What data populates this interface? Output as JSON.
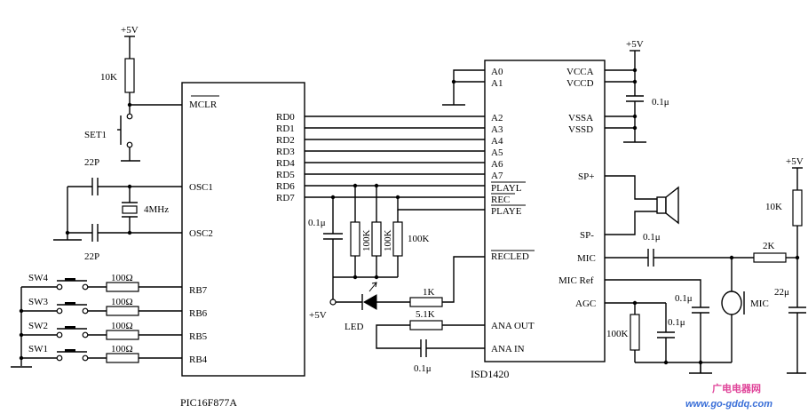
{
  "power": {
    "vcc": "+5V"
  },
  "pic": {
    "part": "PIC16F877A",
    "mclr": "MCLR",
    "osc1": "OSC1",
    "osc2": "OSC2",
    "rd": [
      "RD0",
      "RD1",
      "RD2",
      "RD3",
      "RD4",
      "RD5",
      "RD6",
      "RD7"
    ],
    "rb": [
      "RB7",
      "RB6",
      "RB5",
      "RB4"
    ]
  },
  "isd": {
    "part": "ISD1420",
    "left_pins": [
      "A0",
      "A1",
      "A2",
      "A3",
      "A4",
      "A5",
      "A6",
      "A7",
      "PLAYL",
      "REC",
      "PLAYE",
      "RECLED",
      "ANA OUT",
      "ANA IN"
    ],
    "right_pins": [
      "VCCA",
      "VCCD",
      "VSSA",
      "VSSD",
      "SP+",
      "SP-",
      "MIC",
      "MIC Ref",
      "AGC"
    ]
  },
  "components": {
    "r_mclr": "10K",
    "set_switch": "SET1",
    "c_osc_top": "22P",
    "c_osc_bottom": "22P",
    "crystal": "4MHz",
    "switches": [
      "SW4",
      "SW3",
      "SW2",
      "SW1"
    ],
    "r_sw": "100Ω",
    "c_rd": "0.1μ",
    "r_pullups": [
      "100K",
      "100K",
      "100K"
    ],
    "r_led": "1K",
    "led": "LED",
    "r_ana": "5.1K",
    "c_ana": "0.1μ",
    "c_vcc": "0.1μ",
    "c_sp": "0.1μ",
    "r_mic_pull": "10K",
    "r_mic_series": "2K",
    "c_mic": "22μ",
    "c_ref": "0.1μ",
    "c_agc": "0.1μ",
    "r_agc": "100K",
    "mic": "MIC"
  },
  "watermark": {
    "cn": "广电电器网",
    "url": "www.go-gddq.com"
  }
}
